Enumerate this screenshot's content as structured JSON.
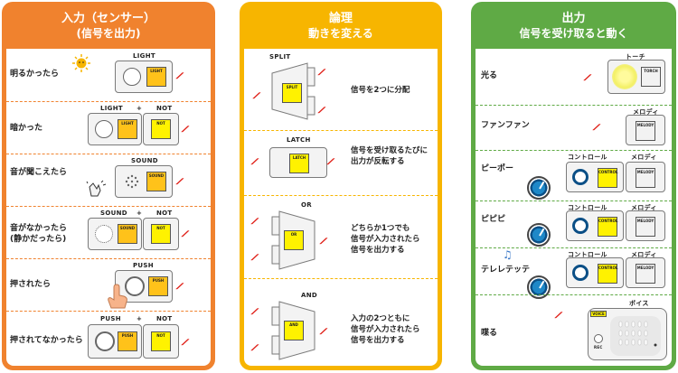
{
  "input": {
    "title1": "入力（センサー）",
    "title2": "(信号を出力)",
    "rows": [
      {
        "label": "明るかったら",
        "caption": "LIGHT"
      },
      {
        "label": "暗かった",
        "caption1": "LIGHT",
        "plus": "+",
        "caption2": "NOT"
      },
      {
        "label": "音が聞こえたら",
        "caption": "SOUND"
      },
      {
        "label1": "音がなかったら",
        "label2": "(静かだったら)",
        "caption1": "SOUND",
        "plus": "+",
        "caption2": "NOT"
      },
      {
        "label": "押されたら",
        "caption": "PUSH"
      },
      {
        "label": "押されてなかったら",
        "caption1": "PUSH",
        "plus": "+",
        "caption2": "NOT"
      }
    ]
  },
  "logic": {
    "title1": "論理",
    "title2": "動きを変える",
    "rows": [
      {
        "caption": "SPLIT",
        "desc1": "信号を2つに分配"
      },
      {
        "caption": "LATCH",
        "desc1": "信号を受け取るたびに",
        "desc2": "出力が反転する"
      },
      {
        "caption": "OR",
        "desc1": "どちらか1つでも",
        "desc2": "信号が入力されたら",
        "desc3": "信号を出力する"
      },
      {
        "caption": "AND",
        "desc1": "入力の2つともに",
        "desc2": "信号が入力されたら",
        "desc3": "信号を出力する"
      }
    ]
  },
  "output": {
    "title1": "出力",
    "title2": "信号を受け取ると動く",
    "rows": [
      {
        "label": "光る",
        "caption": "トーチ"
      },
      {
        "label": "ファンファン",
        "caption": "メロディ"
      },
      {
        "label": "ピーポー",
        "caption1": "コントロール",
        "caption2": "メロディ"
      },
      {
        "label": "ピピピ",
        "caption1": "コントロール",
        "caption2": "メロディ"
      },
      {
        "label": "テレレテッテ",
        "caption1": "コントロール",
        "caption2": "メロディ"
      },
      {
        "label": "喋る",
        "caption": "ボイス"
      }
    ]
  },
  "chips": {
    "light": "LIGHT",
    "not": "NOT",
    "sound": "SOUND",
    "push": "PUSH",
    "split": "SPLIT",
    "latch": "LATCH",
    "or": "OR",
    "and": "AND",
    "torch": "TORCH",
    "melody": "MELODY",
    "control": "CONTROL",
    "voice": "VOICE",
    "rec": "REC"
  },
  "colors": {
    "input": "#f0822e",
    "logic": "#f7b500",
    "output": "#5faa45",
    "signal": "#e0231b"
  }
}
